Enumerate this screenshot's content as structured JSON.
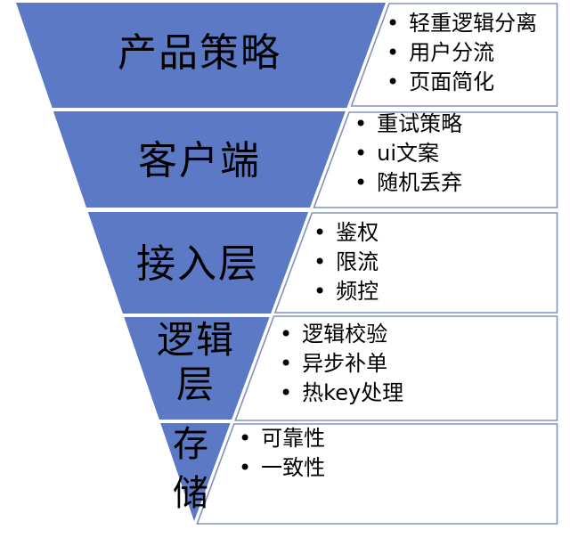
{
  "glyphs": {
    "bullet": "•"
  },
  "colors": {
    "funnel_fill": "#5b79c5",
    "box_border": "#8090c0",
    "text_color": "#000000",
    "bg": "#ffffff"
  },
  "funnel": {
    "layers": [
      {
        "label": "产品策略",
        "items": [
          "轻重逻辑分离",
          "用户分流",
          "页面简化"
        ]
      },
      {
        "label": "客户端",
        "items": [
          "重试策略",
          "ui文案",
          "随机丢弃"
        ]
      },
      {
        "label": "接入层",
        "items": [
          "鉴权",
          "限流",
          "频控"
        ]
      },
      {
        "label": "逻辑层",
        "items": [
          "逻辑校验",
          "异步补单",
          "热key处理"
        ]
      },
      {
        "label": "存储",
        "items": [
          "可靠性",
          "一致性"
        ]
      }
    ]
  }
}
